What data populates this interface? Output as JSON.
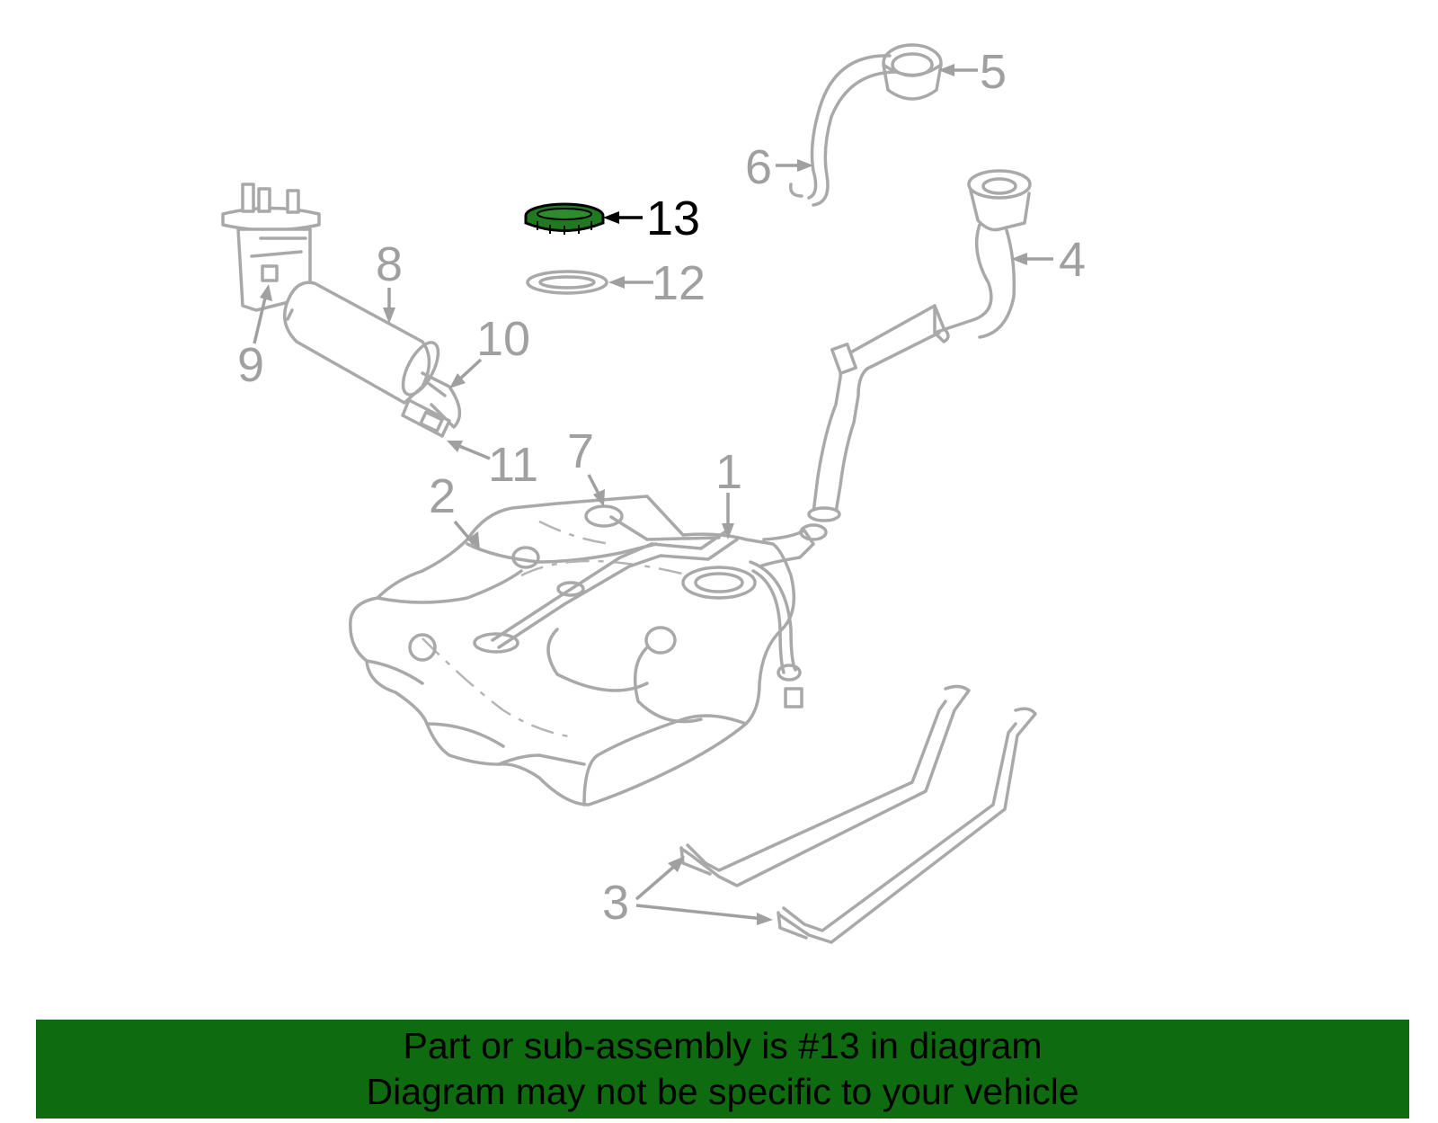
{
  "callouts": {
    "c1": "1",
    "c2": "2",
    "c3": "3",
    "c4": "4",
    "c5": "5",
    "c6": "6",
    "c7": "7",
    "c8": "8",
    "c9": "9",
    "c10": "10",
    "c11": "11",
    "c12": "12",
    "c13": "13"
  },
  "highlighted_part": "13",
  "colors": {
    "part_outline": "#a9a9a9",
    "highlight_fill": "#1f7a1f",
    "highlight_text": "#000000",
    "banner_background": "#0f6b0f"
  },
  "banner": {
    "line1": "Part or sub-assembly is #13 in diagram",
    "line2": "Diagram may not be specific to your vehicle"
  }
}
